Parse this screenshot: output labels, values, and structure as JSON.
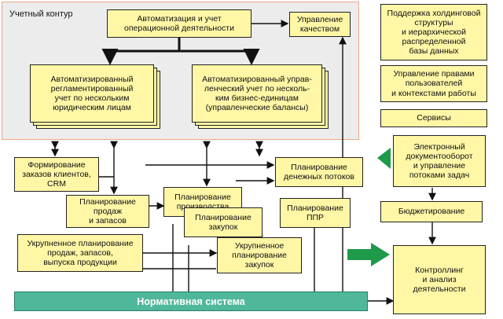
{
  "contour": {
    "label": "Учетный контур"
  },
  "boxes": {
    "automation": "Автоматизация и учет\nоперационной деятельности",
    "quality": "Управление\nкачеством",
    "reg_accounting": "Автоматизированный\nрегламентированный\nучет по нескольким\nюридическим лицам",
    "mgmt_accounting": "Автоматизированный управ-\nленческий учет по несколь-\nким бизнес-единицам\n(управленческие балансы)",
    "holding": "Поддержка холдинговой\nструктуры\nи иерархической\nраспределенной\nбазы данных",
    "rights": "Управление правами\nпользователей\nи контекстами работы",
    "services": "Сервисы",
    "edm": "Электронный\nдокументооборот\nи управление\nпотоками задач",
    "budgeting": "Бюджетирование",
    "controlling": "Контроллинг\nи анализ\nдеятельности",
    "orders": "Формирование\nзаказов клиентов,\nCRM",
    "sales_planning": "Планирование\nпродаж\nи запасов",
    "production_planning": "Планирование\nпроизводства",
    "purchase_planning": "Планирование\nзакупок",
    "cashflow_planning": "Планирование\nденежных потоков",
    "ppr_planning": "Планирование\nППР",
    "aggregate_sales": "Укрупненное планирование\nпродаж, запасов,\nвыпуска продукции",
    "aggregate_purchase": "Укрупненное\nпланирование\nзакупок"
  },
  "norm_system": "Нормативная система",
  "colors": {
    "box_fill": "#fff7a6",
    "contour_fill": "#ececec",
    "contour_border": "#e8a888",
    "norm_fill": "#4fb89a",
    "green_arrow": "#1e9a4a"
  }
}
